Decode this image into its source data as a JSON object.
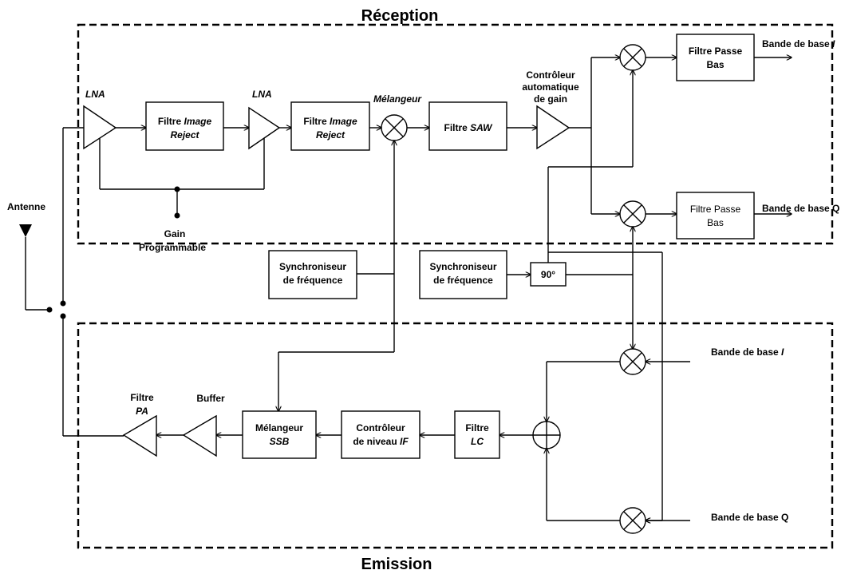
{
  "sections": {
    "reception": "Réception",
    "emission": "Emission"
  },
  "reception": {
    "lna1": "LNA",
    "lna2": "LNA",
    "filter1": {
      "l1a": "Filtre ",
      "l1b": "Image",
      "l2": "Reject"
    },
    "filter2": {
      "l1a": "Filtre ",
      "l1b": "Image",
      "l2": "Reject"
    },
    "mixer_label": "Mélangeur",
    "saw": {
      "a": "Filtre ",
      "b": "SAW"
    },
    "agc": [
      "Contrôleur",
      "automatique",
      "de gain"
    ],
    "lpf_i": [
      "Filtre Passe",
      "Bas"
    ],
    "lpf_q": [
      "Filtre Passe",
      "Bas"
    ],
    "out_i": {
      "a": "Bande de base ",
      "b": "I"
    },
    "out_q": "Bande de base Q",
    "gain": [
      "Gain",
      "Programmable"
    ]
  },
  "antenna": "Antenne",
  "synth1": [
    "Synchroniseur",
    "de fréquence"
  ],
  "synth2": [
    "Synchroniseur",
    "de fréquence"
  ],
  "phase": "90°",
  "emission": {
    "in_i": {
      "a": "Bande de base ",
      "b": "I"
    },
    "in_q": "Bande de base Q",
    "filtre_lc": {
      "a": "Filtre",
      "b": "LC"
    },
    "ctrl_if": {
      "l1": "Contrôleur",
      "l2a": "de niveau ",
      "l2b": "IF"
    },
    "mixer_ssb": {
      "a": "Mélangeur",
      "b": "SSB"
    },
    "buffer": "Buffer",
    "filtre_pa": {
      "a": "Filtre",
      "b": "PA"
    }
  }
}
